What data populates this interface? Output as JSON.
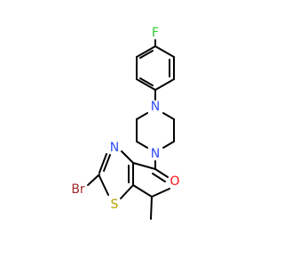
{
  "molecule": {
    "atoms": {
      "fluorine": "F",
      "nitrogen_top": "N",
      "nitrogen_bottom": "N",
      "oxygen": "O",
      "nitrogen_thiazole": "N",
      "bromine": "Br",
      "sulfur": "S"
    },
    "colors": {
      "bond": "#000000",
      "F": "#33cc33",
      "N": "#3050f8",
      "O": "#ff0d0d",
      "Br": "#a62929",
      "S": "#b3a300"
    }
  }
}
